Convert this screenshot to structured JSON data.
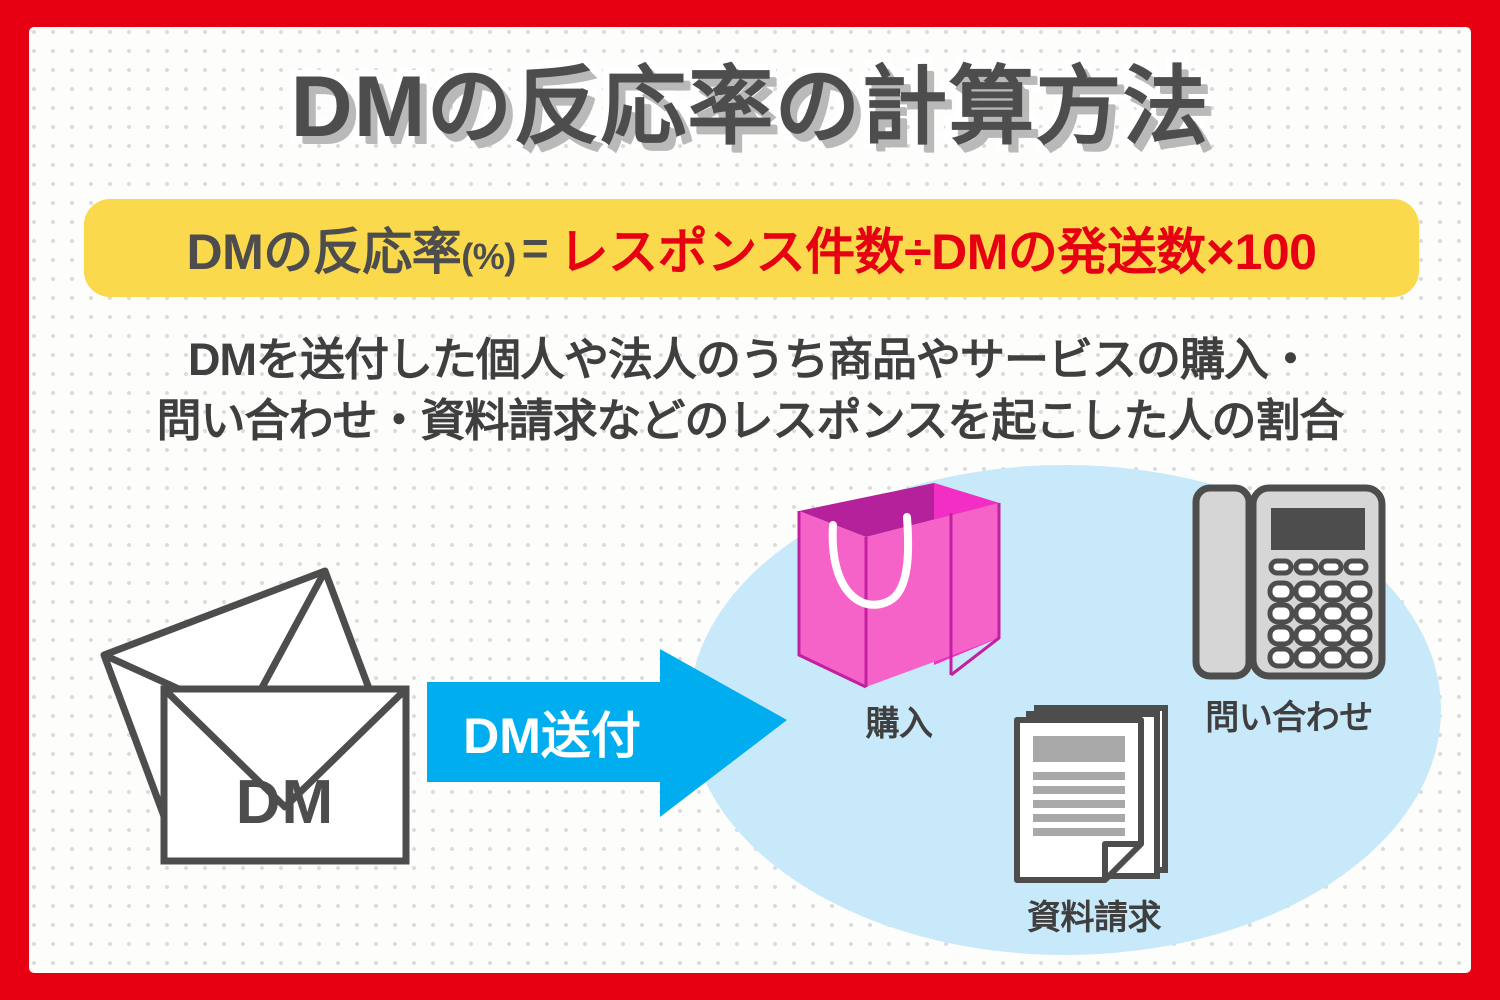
{
  "page": {
    "title": "DMの反応率の計算方法",
    "frame_color": "#e60012",
    "canvas_color": "#fdfdfb",
    "dot_color": "#dcdcdc"
  },
  "formula": {
    "box_color": "#fbd94c",
    "left_label": "DMの反応率",
    "left_unit": "(%)",
    "equals": "=",
    "right_expression": "レスポンス件数÷DMの発送数×100",
    "left_color": "#4d4d4d",
    "right_color": "#e60012"
  },
  "description": {
    "line1": "DMを送付した個人や法人のうち商品やサービスの購入・",
    "line2": "問い合わせ・資料請求などのレスポンスを起こした人の割合",
    "color": "#3f3f3f"
  },
  "diagram": {
    "source": {
      "envelope_label": "DM",
      "icon": "envelope-icon",
      "outline_color": "#4d4d4d",
      "fill_color": "#ffffff"
    },
    "arrow": {
      "label": "DM送付",
      "color": "#00aeef",
      "label_color": "#ffffff",
      "icon": "right-arrow-icon"
    },
    "blob_color": "#c8e9fa",
    "responses": [
      {
        "id": "purchase",
        "caption": "購入",
        "icon": "shopping-bag-icon",
        "colors": {
          "front": "#f563c8",
          "side": "#f22ec4",
          "top": "#b5219a",
          "handle": "#ffffff"
        }
      },
      {
        "id": "inquiry",
        "caption": "問い合わせ",
        "icon": "telephone-icon",
        "colors": {
          "body": "#d6d6d6",
          "outline": "#4d4d4d",
          "display": "#4d4d4d",
          "button": "#ffffff"
        }
      },
      {
        "id": "document-request",
        "caption": "資料請求",
        "icon": "documents-icon",
        "colors": {
          "paper": "#ffffff",
          "outline": "#4d4d4d",
          "lines": "#a8a8a8"
        }
      }
    ]
  }
}
